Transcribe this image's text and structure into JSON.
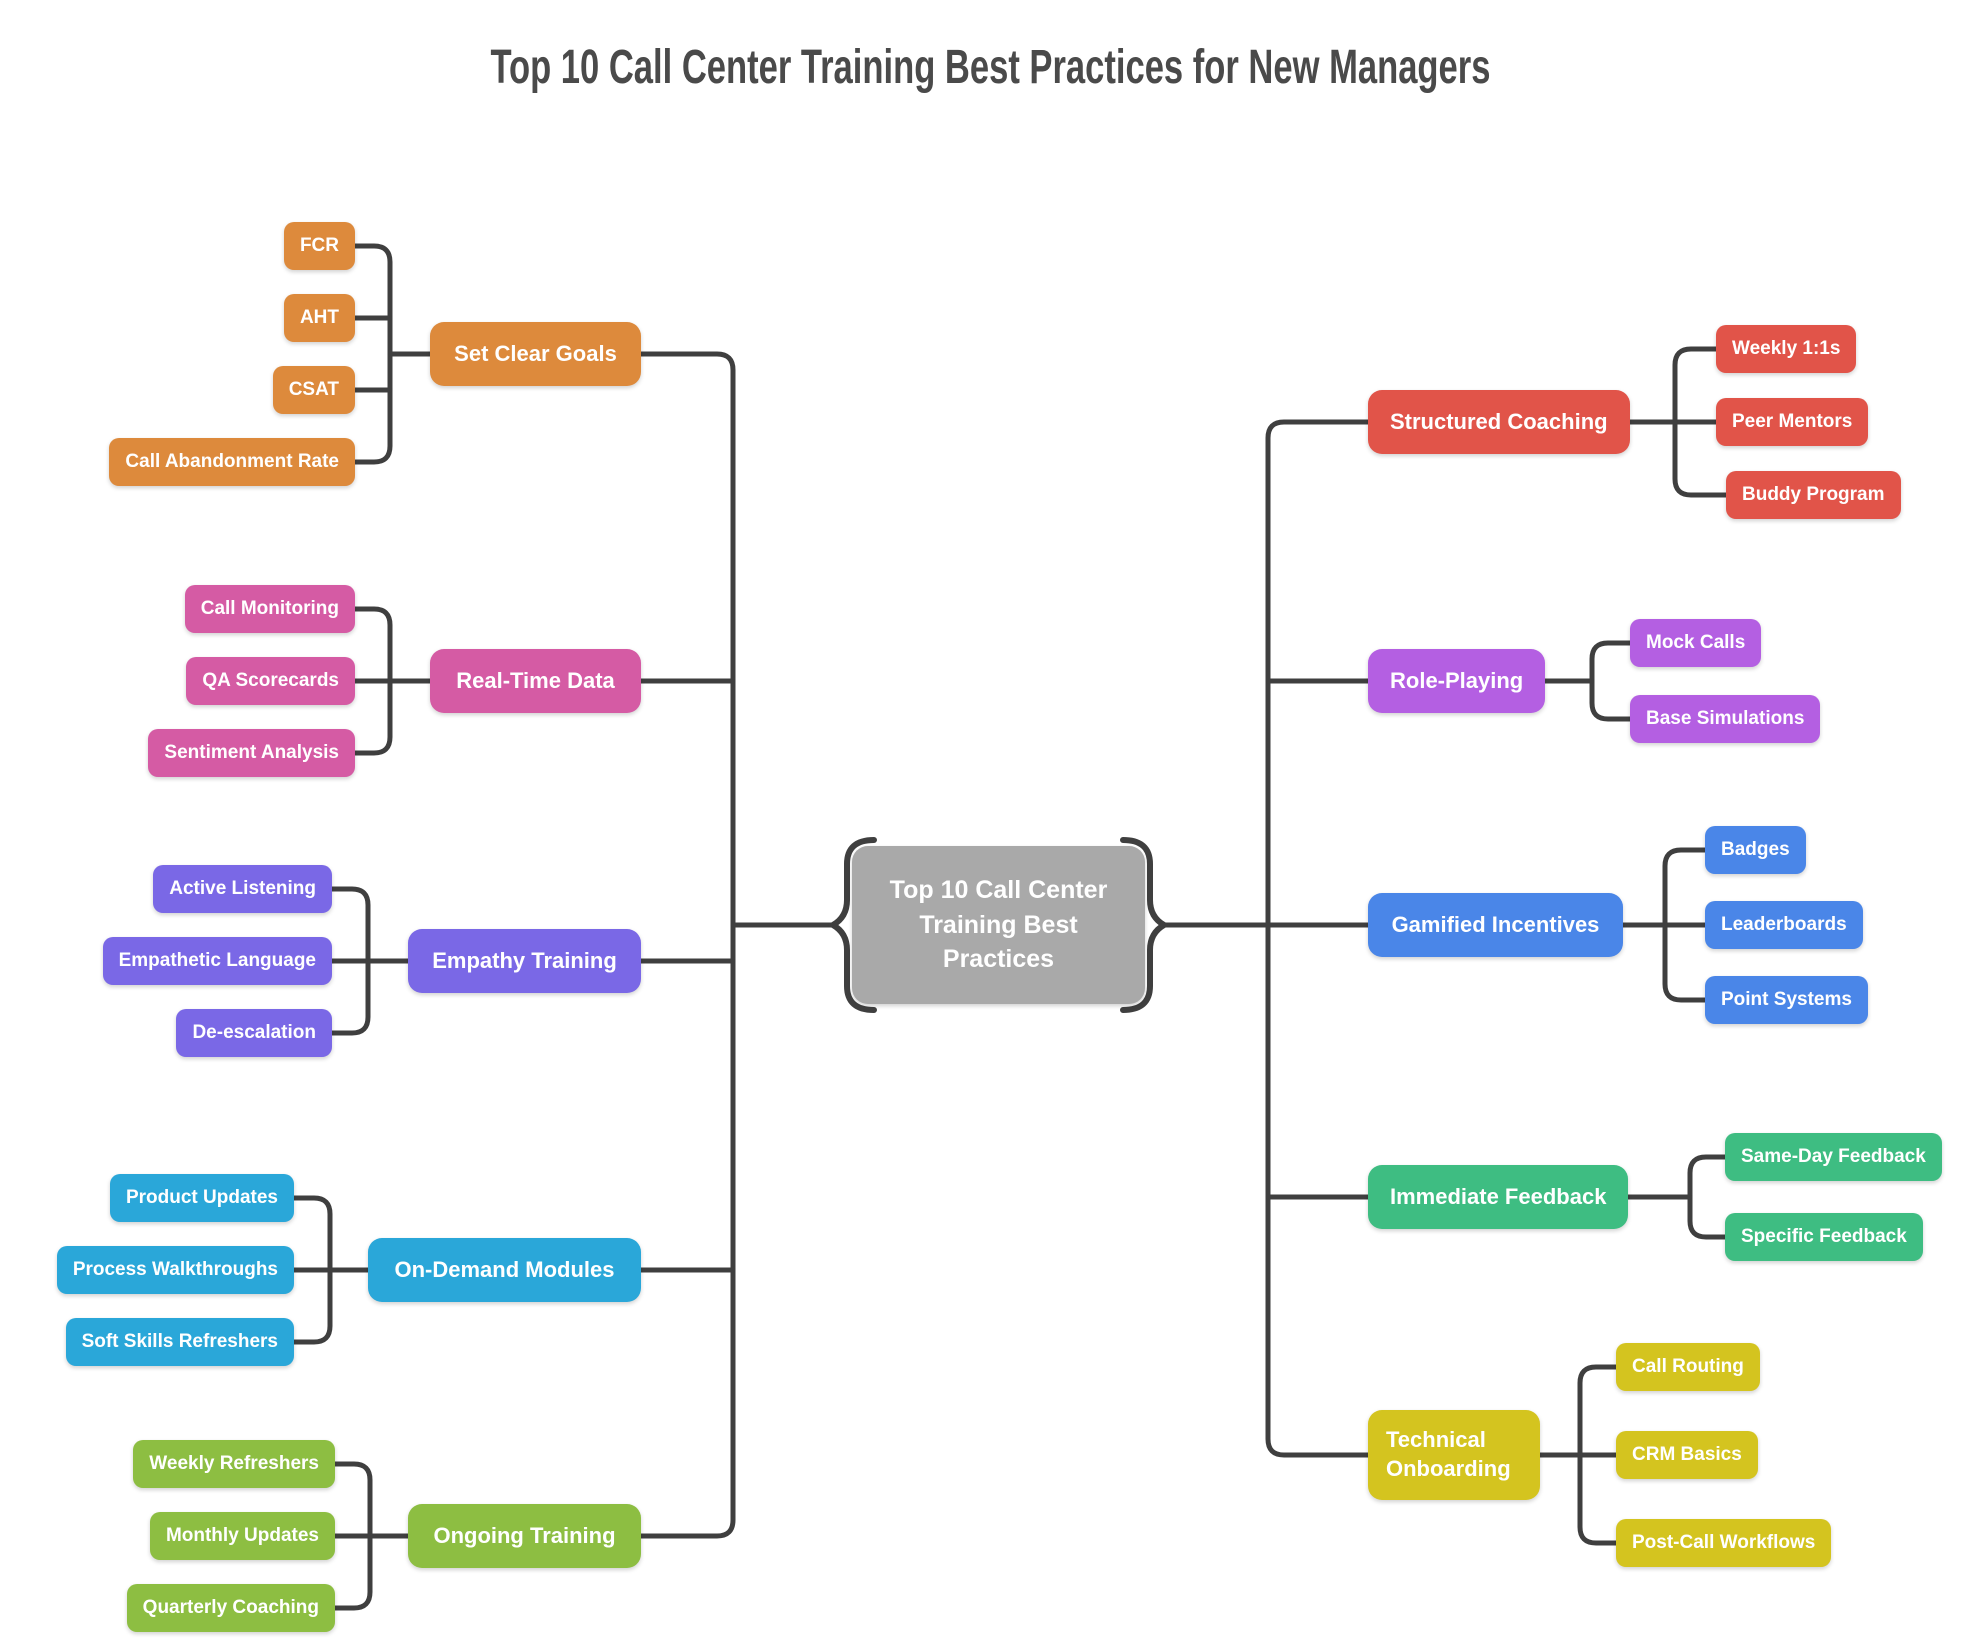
{
  "title": "Top 10 Call Center Training Best Practices for New Managers",
  "line_color": "#3f3f3f",
  "center": {
    "label": "Top 10 Call Center Training Best Practices",
    "color": "#a9a9a9"
  },
  "left_branches": [
    {
      "label": "Set Clear Goals",
      "color": "#dd8a3c",
      "children": [
        "FCR",
        "AHT",
        "CSAT",
        "Call Abandonment Rate"
      ]
    },
    {
      "label": "Real-Time Data",
      "color": "#d55ba4",
      "children": [
        "Call Monitoring",
        "QA Scorecards",
        "Sentiment Analysis"
      ]
    },
    {
      "label": "Empathy Training",
      "color": "#7a68e6",
      "children": [
        "Active Listening",
        "Empathetic Language",
        "De-escalation"
      ]
    },
    {
      "label": "On-Demand Modules",
      "color": "#2aa7d9",
      "children": [
        "Product Updates",
        "Process Walkthroughs",
        "Soft Skills Refreshers"
      ]
    },
    {
      "label": "Ongoing Training",
      "color": "#8dbe42",
      "children": [
        "Weekly Refreshers",
        "Monthly Updates",
        "Quarterly Coaching"
      ]
    }
  ],
  "right_branches": [
    {
      "label": "Structured Coaching",
      "color": "#e15449",
      "children": [
        "Weekly 1:1s",
        "Peer Mentors",
        "Buddy Program"
      ]
    },
    {
      "label": "Role-Playing",
      "color": "#b45fe2",
      "children": [
        "Mock Calls",
        "Base Simulations"
      ]
    },
    {
      "label": "Gamified Incentives",
      "color": "#4a86e8",
      "children": [
        "Badges",
        "Leaderboards",
        "Point Systems"
      ]
    },
    {
      "label": "Immediate Feedback",
      "color": "#3ebd82",
      "children": [
        "Same-Day Feedback",
        "Specific Feedback"
      ]
    },
    {
      "label": "Technical Onboarding",
      "color": "#d4c41f",
      "children": [
        "Call Routing",
        "CRM Basics",
        "Post-Call Workflows"
      ]
    }
  ]
}
